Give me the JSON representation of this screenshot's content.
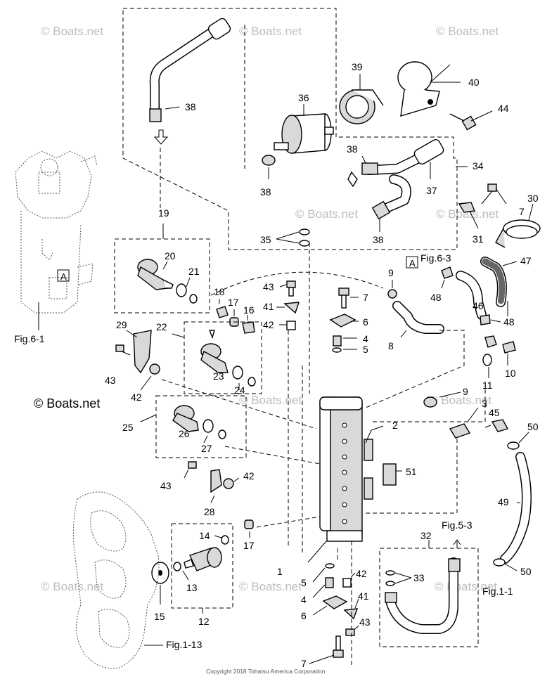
{
  "diagram": {
    "part_labels": {
      "p1": "1",
      "p2": "2",
      "p3": "3",
      "p4a": "4",
      "p4b": "4",
      "p5a": "5",
      "p5b": "5",
      "p6a": "6",
      "p6b": "6",
      "p7a": "7",
      "p7b": "7",
      "p7c": "7",
      "p8": "8",
      "p9a": "9",
      "p9b": "9",
      "p10": "10",
      "p11": "11",
      "p12": "12",
      "p13": "13",
      "p14": "14",
      "p15": "15",
      "p16": "16",
      "p17a": "17",
      "p17b": "17",
      "p18": "18",
      "p19": "19",
      "p20": "20",
      "p21": "21",
      "p22": "22",
      "p23": "23",
      "p24": "24",
      "p25": "25",
      "p26": "26",
      "p27": "27",
      "p28": "28",
      "p29": "29",
      "p30": "30",
      "p31": "31",
      "p32": "32",
      "p33": "33",
      "p34": "34",
      "p35": "35",
      "p36": "36",
      "p37": "37",
      "p38a": "38",
      "p38b": "38",
      "p38c": "38",
      "p38d": "38",
      "p39": "39",
      "p40": "40",
      "p41a": "41",
      "p41b": "41",
      "p42a": "42",
      "p42b": "42",
      "p42c": "42",
      "p42d": "42",
      "p43a": "43",
      "p43b": "43",
      "p43c": "43",
      "p43d": "43",
      "p44": "44",
      "p45": "45",
      "p46": "46",
      "p47": "47",
      "p48a": "48",
      "p48b": "48",
      "p49": "49",
      "p50a": "50",
      "p50b": "50",
      "p51": "51"
    },
    "figure_refs": {
      "fig_6_1": "Fig.6-1",
      "fig_6_3": "Fig.6-3",
      "fig_5_3": "Fig.5-3",
      "fig_1_1": "Fig.1-1",
      "fig_1_13": "Fig.1-13"
    },
    "marker_a": "A",
    "watermark": "© Boats.net",
    "copyright": "Copyright 2018 Tohatsu America Corporation"
  }
}
